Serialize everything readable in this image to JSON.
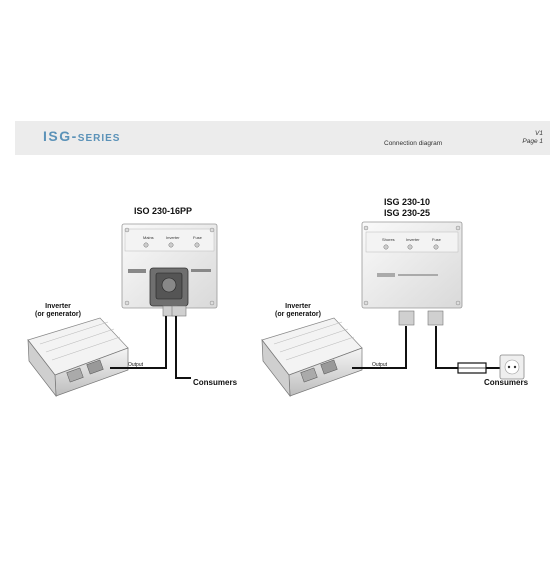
{
  "header": {
    "brand": "ISG",
    "brand_dot": "-",
    "brand_suffix": "SERIES",
    "subtitle": "Connection diagram",
    "version": "V1",
    "page": "Page 1",
    "band_color": "#ececec",
    "brand_color": "#5b92b8"
  },
  "left": {
    "model": "ISO 230-16PP",
    "inverter_line1": "Inverter",
    "inverter_line2": "(or generator)",
    "output_label": "Output",
    "consumers": "Consumers",
    "panel_labels": [
      "Mains",
      "Inverter",
      "Fuse"
    ]
  },
  "right": {
    "model_line1": "ISG 230-10",
    "model_line2": "ISG 230-25",
    "inverter_line1": "Inverter",
    "inverter_line2": "(or generator)",
    "output_label": "Output",
    "consumers": "Consumers",
    "panel_labels": [
      "Shores",
      "Inverter",
      "Fuse"
    ]
  }
}
